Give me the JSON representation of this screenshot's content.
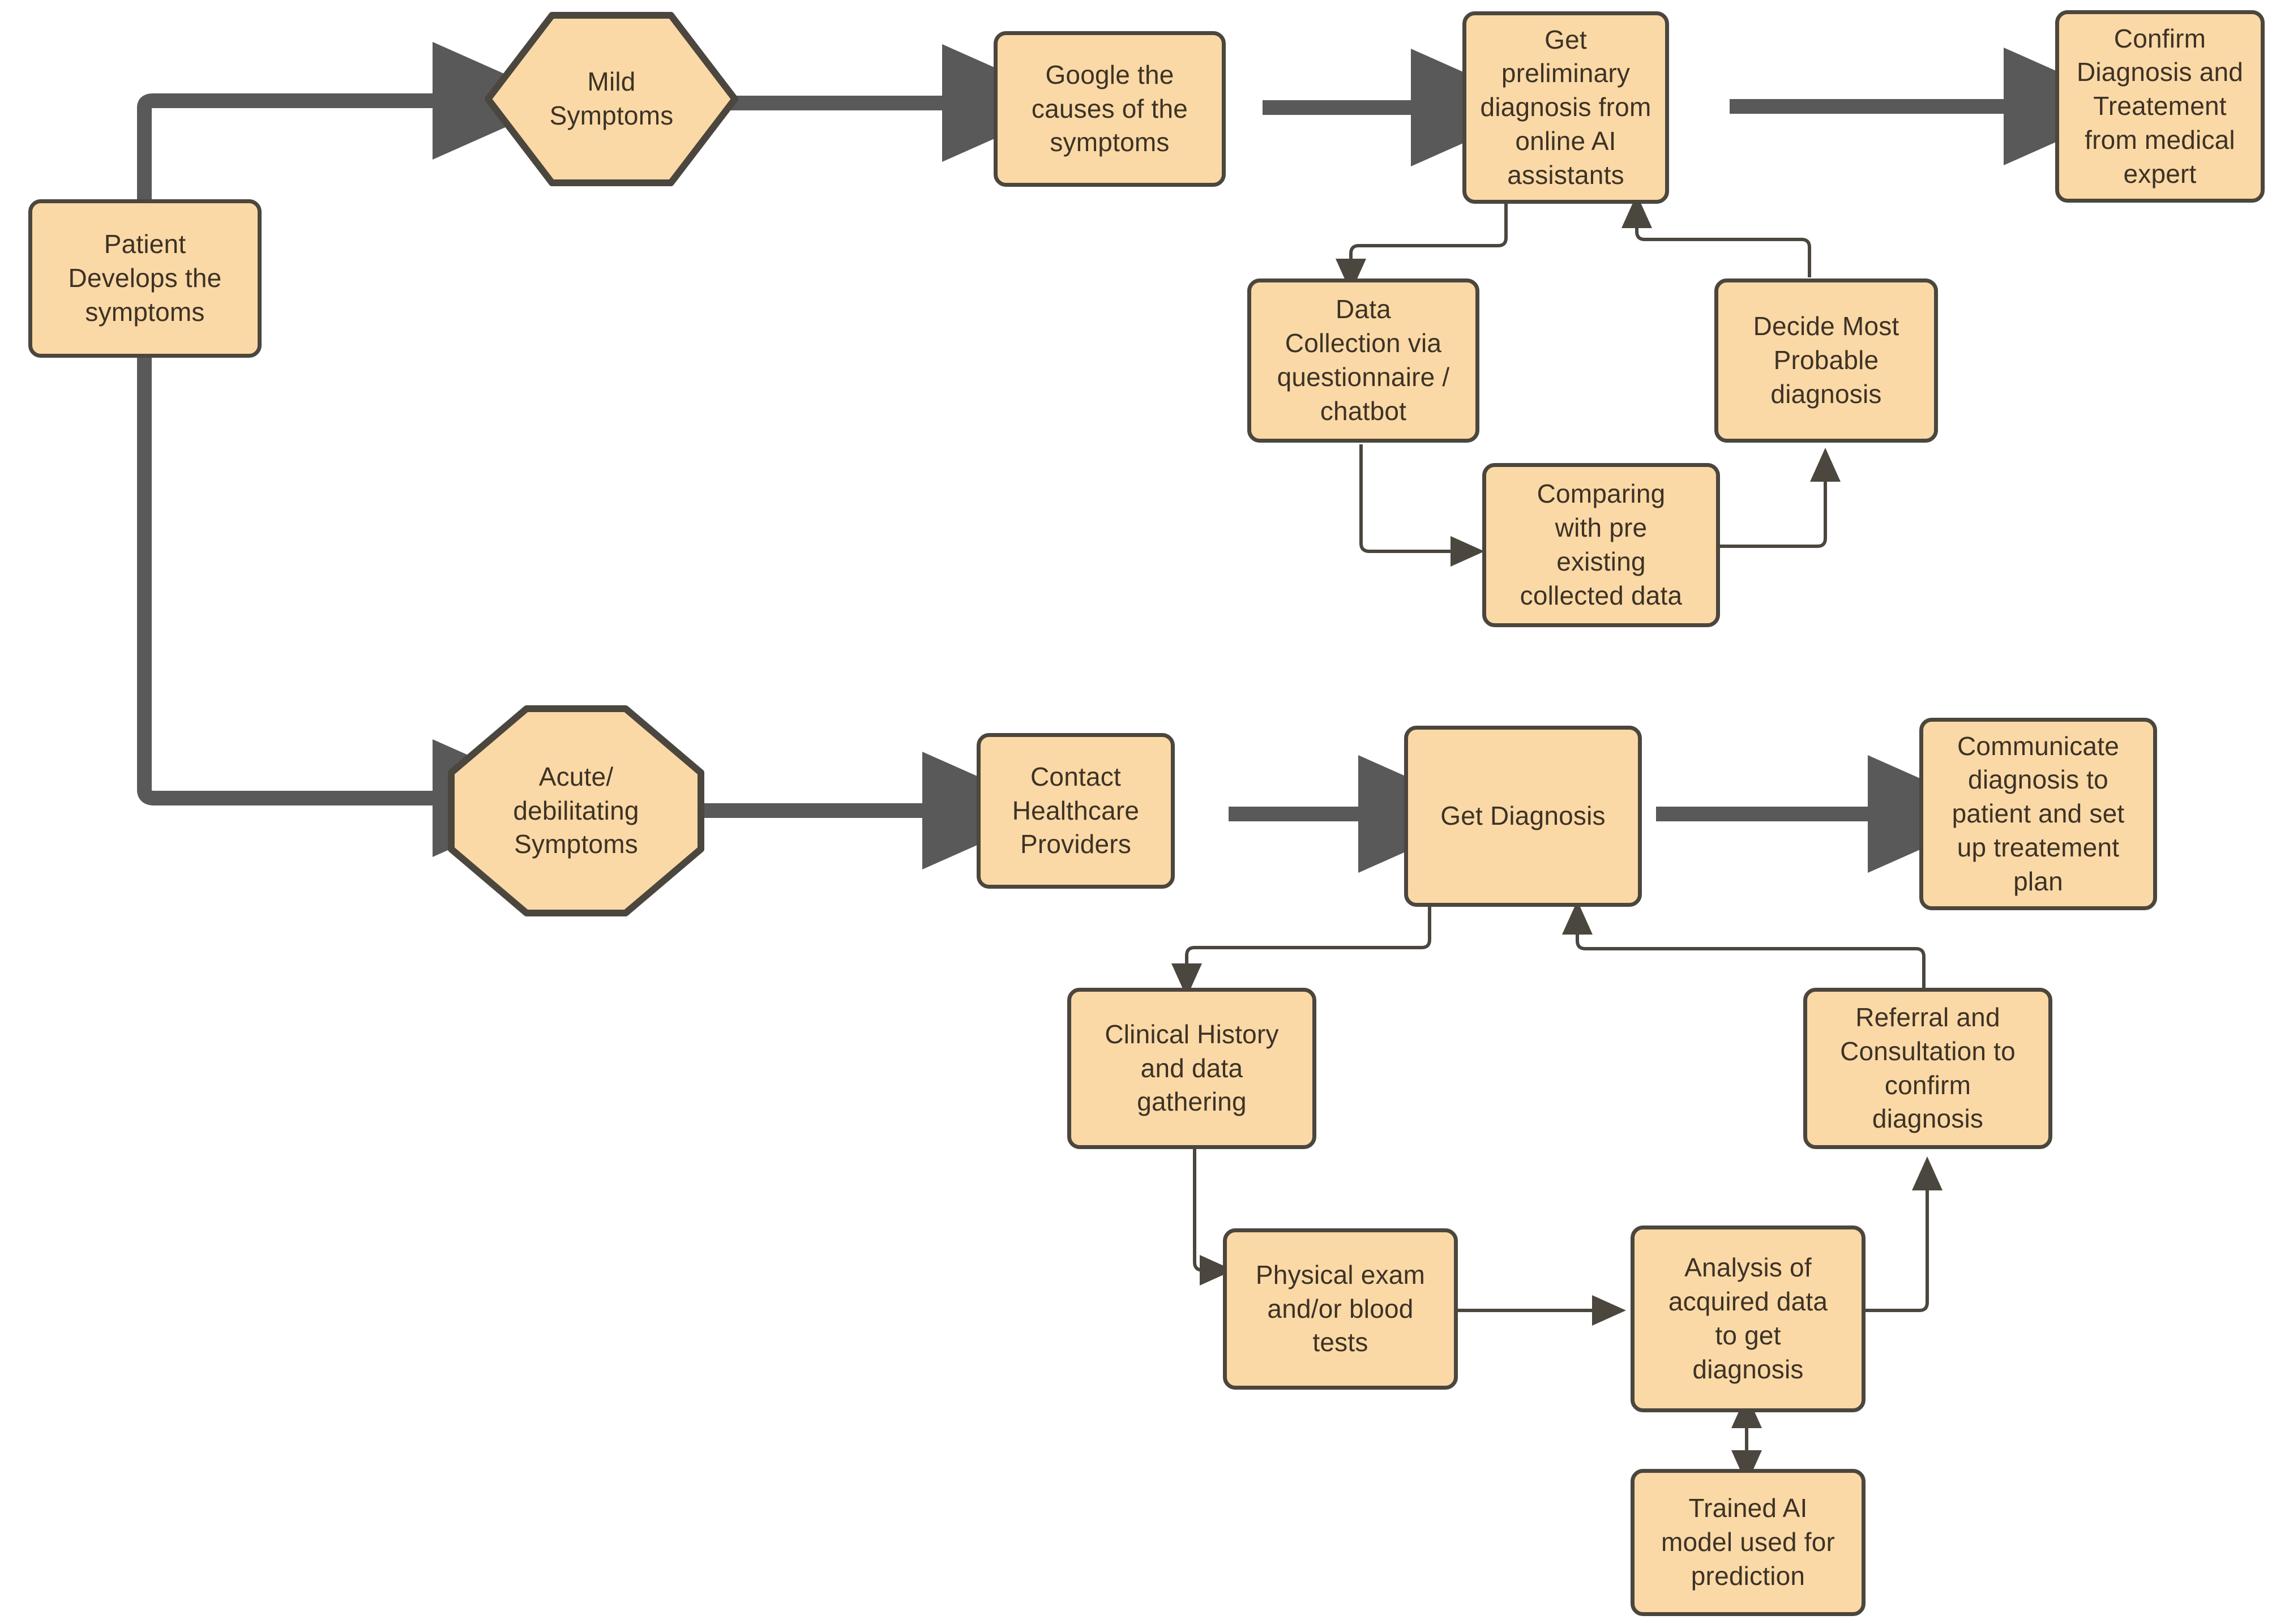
{
  "diagram": {
    "title": "Patient symptom triage and diagnosis flowchart",
    "colors": {
      "node_fill": "#FAD9A6",
      "node_stroke": "#4b463e",
      "text": "#3d3226",
      "thick_connector": "#595959",
      "thin_connector": "#4b463e",
      "background": "#ffffff"
    }
  },
  "nodes": {
    "patient_develops": {
      "label": "Patient\nDevelops the\nsymptoms",
      "shape": "rounded-rect"
    },
    "mild_symptoms": {
      "label": "Mild\nSymptoms",
      "shape": "hexagon"
    },
    "google_causes": {
      "label": "Google the\ncauses of the\nsymptoms",
      "shape": "rounded-rect"
    },
    "get_preliminary": {
      "label": "Get\npreliminary\ndiagnosis from\nonline AI\nassistants",
      "shape": "rounded-rect"
    },
    "confirm_diagnosis": {
      "label": "Confirm\nDiagnosis and\nTreatement\nfrom medical\nexpert",
      "shape": "rounded-rect"
    },
    "data_collection": {
      "label": "Data\nCollection via\nquestionnaire /\nchatbot",
      "shape": "rounded-rect"
    },
    "decide_probable": {
      "label": "Decide Most\nProbable\ndiagnosis",
      "shape": "rounded-rect"
    },
    "comparing_pre": {
      "label": "Comparing\nwith pre\nexisting\ncollected data",
      "shape": "rounded-rect"
    },
    "acute_symptoms": {
      "label": "Acute/\ndebilitating\nSymptoms",
      "shape": "octagon"
    },
    "contact_providers": {
      "label": "Contact\nHealthcare\nProviders",
      "shape": "rounded-rect"
    },
    "get_diagnosis": {
      "label": "Get Diagnosis",
      "shape": "rounded-rect"
    },
    "communicate_diagnosis": {
      "label": "Communicate\ndiagnosis to\npatient and set\nup treatement\nplan",
      "shape": "rounded-rect"
    },
    "clinical_history": {
      "label": "Clinical History\nand data\ngathering",
      "shape": "rounded-rect"
    },
    "referral_consultation": {
      "label": "Referral and\nConsultation to\nconfirm\ndiagnosis",
      "shape": "rounded-rect"
    },
    "physical_exam": {
      "label": "Physical exam\nand/or blood\ntests",
      "shape": "rounded-rect"
    },
    "analysis_acquired": {
      "label": "Analysis of\nacquired data\nto get\ndiagnosis",
      "shape": "rounded-rect"
    },
    "trained_ai_model": {
      "label": "Trained AI\nmodel used for\nprediction",
      "shape": "rounded-rect"
    }
  },
  "edges": [
    {
      "from": "patient_develops",
      "to": "mild_symptoms",
      "style": "thick"
    },
    {
      "from": "patient_develops",
      "to": "acute_symptoms",
      "style": "thick"
    },
    {
      "from": "mild_symptoms",
      "to": "google_causes",
      "style": "thick"
    },
    {
      "from": "google_causes",
      "to": "get_preliminary",
      "style": "thick"
    },
    {
      "from": "get_preliminary",
      "to": "confirm_diagnosis",
      "style": "thick"
    },
    {
      "from": "get_preliminary",
      "to": "data_collection",
      "style": "thin"
    },
    {
      "from": "data_collection",
      "to": "comparing_pre",
      "style": "thin"
    },
    {
      "from": "comparing_pre",
      "to": "decide_probable",
      "style": "thin"
    },
    {
      "from": "decide_probable",
      "to": "get_preliminary",
      "style": "thin"
    },
    {
      "from": "acute_symptoms",
      "to": "contact_providers",
      "style": "thick"
    },
    {
      "from": "contact_providers",
      "to": "get_diagnosis",
      "style": "thick"
    },
    {
      "from": "get_diagnosis",
      "to": "communicate_diagnosis",
      "style": "thick"
    },
    {
      "from": "get_diagnosis",
      "to": "clinical_history",
      "style": "thin"
    },
    {
      "from": "clinical_history",
      "to": "physical_exam",
      "style": "thin"
    },
    {
      "from": "physical_exam",
      "to": "analysis_acquired",
      "style": "thin"
    },
    {
      "from": "analysis_acquired",
      "to": "referral_consultation",
      "style": "thin"
    },
    {
      "from": "referral_consultation",
      "to": "get_diagnosis",
      "style": "thin"
    },
    {
      "from": "analysis_acquired",
      "to": "trained_ai_model",
      "style": "thin-bidirectional"
    }
  ]
}
